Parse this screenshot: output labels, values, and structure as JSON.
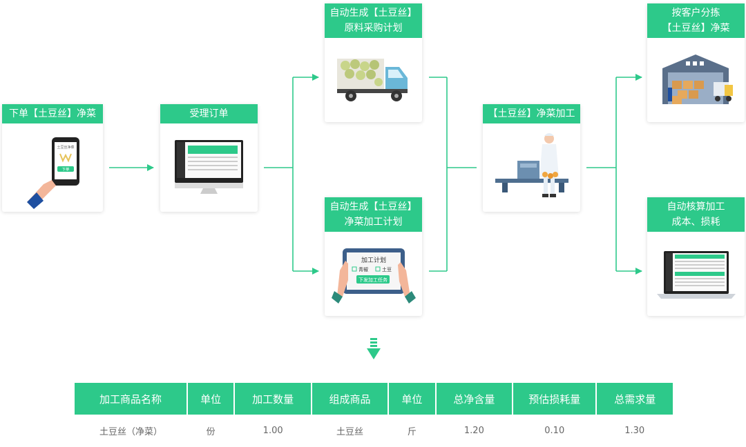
{
  "colors": {
    "accent": "#2dc98a",
    "text": "#666666"
  },
  "steps": {
    "order": {
      "title": "下单【土豆丝】净菜",
      "icon": "phone-order-icon",
      "phone_title": "土豆丝净菜",
      "phone_button": "下单"
    },
    "accept": {
      "title": "受理订单",
      "icon": "monitor-icon"
    },
    "purchase": {
      "title_line1": "自动生成【土豆丝】",
      "title_line2": "原料采购计划",
      "icon": "truck-icon"
    },
    "plan": {
      "title_line1": "自动生成【土豆丝】",
      "title_line2": "净菜加工计划",
      "icon": "tablet-icon",
      "tablet_title": "加工计划",
      "tablet_item1": "青椒",
      "tablet_item2": "土豆",
      "tablet_button": "下发加工任务"
    },
    "process": {
      "title": "【土豆丝】净菜加工",
      "icon": "worker-icon"
    },
    "sort": {
      "title_line1": "按客户分拣",
      "title_line2": "【土豆丝】净菜",
      "icon": "warehouse-icon"
    },
    "cost": {
      "title_line1": "自动核算加工",
      "title_line2": "成本、损耗",
      "icon": "laptop-icon"
    }
  },
  "down_arrow_icon": "double-chevron-down-icon",
  "table": {
    "headers": [
      "加工商品名称",
      "单位",
      "加工数量",
      "组成商品",
      "单位",
      "总净含量",
      "预估损耗量",
      "总需求量"
    ],
    "rows": [
      [
        "土豆丝（净菜）",
        "份",
        "1.00",
        "土豆丝",
        "斤",
        "1.20",
        "0.10",
        "1.30"
      ]
    ]
  }
}
